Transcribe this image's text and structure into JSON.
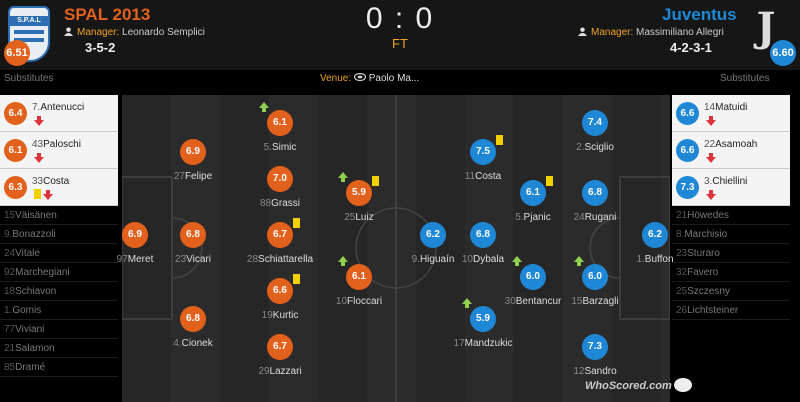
{
  "home": {
    "name": "SPAL 2013",
    "rating": "6.51",
    "manager_label": "Manager:",
    "manager": "Leonardo Semplici",
    "formation": "3-5-2",
    "color": "#e2611c"
  },
  "away": {
    "name": "Juventus",
    "rating": "6.60",
    "manager_label": "Manager:",
    "manager": "Massimiliano Allegri",
    "formation": "4-2-3-1",
    "color": "#1e87d6"
  },
  "score": "0 : 0",
  "status": "FT",
  "venue_label": "Venue:",
  "venue": "Paolo Ma...",
  "substitutes_label": "Substitutes",
  "home_subs_used": [
    {
      "num": "7.",
      "name": "Antenucci",
      "rating": "6.4",
      "icons": [
        "sub-off"
      ]
    },
    {
      "num": "43",
      "name": "Paloschi",
      "rating": "6.1",
      "icons": [
        "sub-off"
      ]
    },
    {
      "num": "33",
      "name": "Costa",
      "rating": "6.3",
      "icons": [
        "yellow-card",
        "sub-off"
      ]
    }
  ],
  "home_subs_unused": [
    {
      "num": "15",
      "name": "Väisänen"
    },
    {
      "num": "9.",
      "name": "Bonazzoli"
    },
    {
      "num": "24",
      "name": "Vitale"
    },
    {
      "num": "92",
      "name": "Marchegiani"
    },
    {
      "num": "18",
      "name": "Schiavon"
    },
    {
      "num": "1.",
      "name": "Gomis"
    },
    {
      "num": "77",
      "name": "Viviani"
    },
    {
      "num": "21",
      "name": "Salamon"
    },
    {
      "num": "85",
      "name": "Dramé"
    }
  ],
  "away_subs_used": [
    {
      "num": "14",
      "name": "Matuidi",
      "rating": "6.6",
      "icons": [
        "sub-off"
      ]
    },
    {
      "num": "22",
      "name": "Asamoah",
      "rating": "6.6",
      "icons": [
        "sub-off"
      ]
    },
    {
      "num": "3.",
      "name": "Chiellini",
      "rating": "7.3",
      "icons": [
        "sub-off"
      ]
    }
  ],
  "away_subs_unused": [
    {
      "num": "21",
      "name": "Höwedes"
    },
    {
      "num": "8.",
      "name": "Marchisio"
    },
    {
      "num": "23",
      "name": "Sturaro"
    },
    {
      "num": "32",
      "name": "Favero"
    },
    {
      "num": "25",
      "name": "Szczesny"
    },
    {
      "num": "26",
      "name": "Lichtsteiner"
    }
  ],
  "home_players": [
    {
      "num": "97",
      "name": "Meret",
      "rating": "6.9",
      "icons": []
    },
    {
      "num": "27",
      "name": "Felipe",
      "rating": "6.9",
      "icons": []
    },
    {
      "num": "23",
      "name": "Vicari",
      "rating": "6.8",
      "icons": []
    },
    {
      "num": "4.",
      "name": "Cionek",
      "rating": "6.8",
      "icons": []
    },
    {
      "num": "5.",
      "name": "Simic",
      "rating": "6.1",
      "icons": [
        "sub-on"
      ]
    },
    {
      "num": "88",
      "name": "Grassi",
      "rating": "7.0",
      "icons": []
    },
    {
      "num": "28",
      "name": "Schiattarella",
      "rating": "6.7",
      "icons": [
        "yellow-card"
      ]
    },
    {
      "num": "19",
      "name": "Kurtic",
      "rating": "6.6",
      "icons": [
        "yellow-card"
      ]
    },
    {
      "num": "29",
      "name": "Lazzari",
      "rating": "6.7",
      "icons": []
    },
    {
      "num": "25",
      "name": "Luiz",
      "rating": "5.9",
      "icons": [
        "sub-on",
        "yellow-card"
      ]
    },
    {
      "num": "10",
      "name": "Floccari",
      "rating": "6.1",
      "icons": [
        "sub-on"
      ]
    }
  ],
  "away_players": [
    {
      "num": "1.",
      "name": "Buffon",
      "rating": "6.2",
      "icons": []
    },
    {
      "num": "2.",
      "name": "Sciglio",
      "rating": "7.4",
      "icons": []
    },
    {
      "num": "24",
      "name": "Rugani",
      "rating": "6.8",
      "icons": []
    },
    {
      "num": "15",
      "name": "Barzagli",
      "rating": "6.0",
      "icons": [
        "sub-on"
      ]
    },
    {
      "num": "12",
      "name": "Sandro",
      "rating": "7.3",
      "icons": []
    },
    {
      "num": "11",
      "name": "Costa",
      "rating": "7.5",
      "icons": [
        "yellow-card"
      ]
    },
    {
      "num": "5.",
      "name": "Pjanic",
      "rating": "6.1",
      "icons": [
        "yellow-card"
      ]
    },
    {
      "num": "30",
      "name": "Bentancur",
      "rating": "6.0",
      "icons": [
        "sub-on"
      ]
    },
    {
      "num": "10",
      "name": "Dybala",
      "rating": "6.8",
      "icons": []
    },
    {
      "num": "9.",
      "name": "Higuaín",
      "rating": "6.2",
      "icons": []
    },
    {
      "num": "17",
      "name": "Mandzukic",
      "rating": "5.9",
      "icons": [
        "sub-on"
      ]
    }
  ],
  "branding": "WhoScored.com"
}
